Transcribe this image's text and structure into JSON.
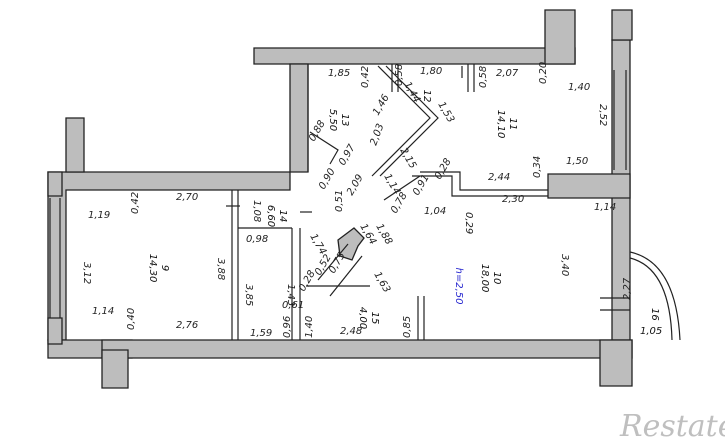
{
  "plan": {
    "height_label": "h=2,50",
    "watermark": "Restate",
    "rooms": [
      {
        "num": "9",
        "area": "14,30"
      },
      {
        "num": "10",
        "area": "18,00"
      },
      {
        "num": "11",
        "area": "14,10"
      },
      {
        "num": "12",
        "area": ""
      },
      {
        "num": "13",
        "area": "5,50"
      },
      {
        "num": "14",
        "area": "6,60"
      },
      {
        "num": "15",
        "area": "4,00"
      },
      {
        "num": "16",
        "area": "1,05"
      }
    ],
    "dims": [
      "1,85",
      "0,42",
      "0,58",
      "1,80",
      "0,58",
      "2,07",
      "0,20",
      "1,40",
      "2,52",
      "1,46",
      "1,44",
      "1,53",
      "0,88",
      "0,97",
      "2,03",
      "2,15",
      "0,34",
      "1,50",
      "0,90",
      "2,09",
      "1,14",
      "0,91",
      "0,28",
      "2,44",
      "2,70",
      "0,42",
      "1,19",
      "3,12",
      "1,08",
      "0,51",
      "0,78",
      "1,04",
      "2,30",
      "1,14",
      "0,98",
      "3,88",
      "3,85",
      "1,74",
      "1,64",
      "1,88",
      "0,29",
      "3,40",
      "1,14",
      "0,40",
      "2,76",
      "1,43",
      "0,61",
      "0,52",
      "0,75",
      "0,28",
      "1,63",
      "2,27",
      "1,59",
      "0,96",
      "1,40",
      "2,48",
      "0,85"
    ]
  }
}
